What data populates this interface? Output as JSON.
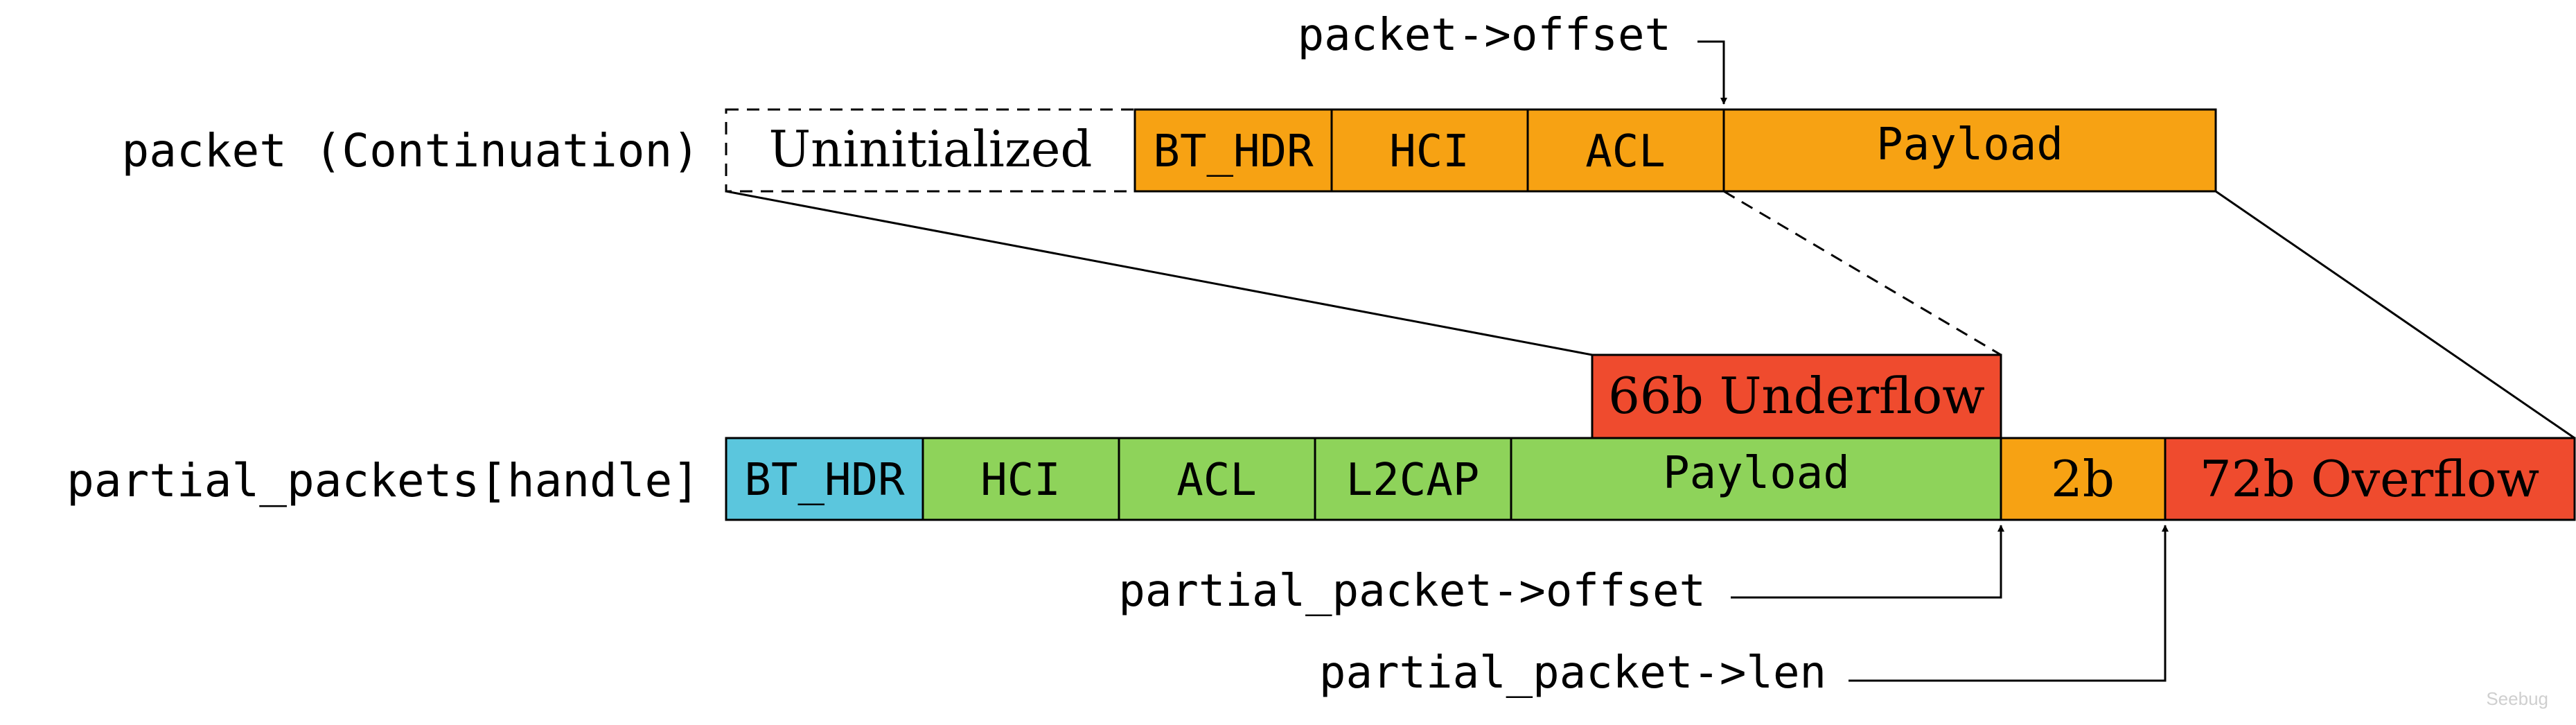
{
  "colors": {
    "orange": "#F7A213",
    "blue": "#5BC6DD",
    "green": "#8ED35A",
    "red": "#EF4B2E",
    "line": "#000000"
  },
  "labels": {
    "packet_row": "packet (Continuation)",
    "partial_row": "partial_packets[handle]",
    "packet_offset": "packet->offset",
    "partial_offset": "partial_packet->offset",
    "partial_len": "partial_packet->len"
  },
  "packet_cells": [
    {
      "label": "Uninitialized",
      "color": "none",
      "style": "dashed",
      "font": "serif"
    },
    {
      "label": "BT_HDR",
      "color": "orange",
      "font": "mono"
    },
    {
      "label": "HCI",
      "color": "orange",
      "font": "mono"
    },
    {
      "label": "ACL",
      "color": "orange",
      "font": "mono"
    },
    {
      "label": "Payload",
      "color": "orange",
      "font": "mono"
    }
  ],
  "partial_cells": [
    {
      "label": "BT_HDR",
      "color": "blue",
      "font": "mono"
    },
    {
      "label": "HCI",
      "color": "green",
      "font": "mono"
    },
    {
      "label": "ACL",
      "color": "green",
      "font": "mono"
    },
    {
      "label": "L2CAP",
      "color": "green",
      "font": "mono"
    },
    {
      "label": "Payload",
      "color": "green",
      "font": "mono"
    },
    {
      "label": "2b",
      "color": "orange",
      "font": "serif"
    },
    {
      "label": "72b Overflow",
      "color": "red",
      "font": "serif"
    }
  ],
  "underflow_cell": {
    "label": "66b Underflow",
    "color": "red",
    "font": "serif"
  },
  "watermark": "Seebug"
}
